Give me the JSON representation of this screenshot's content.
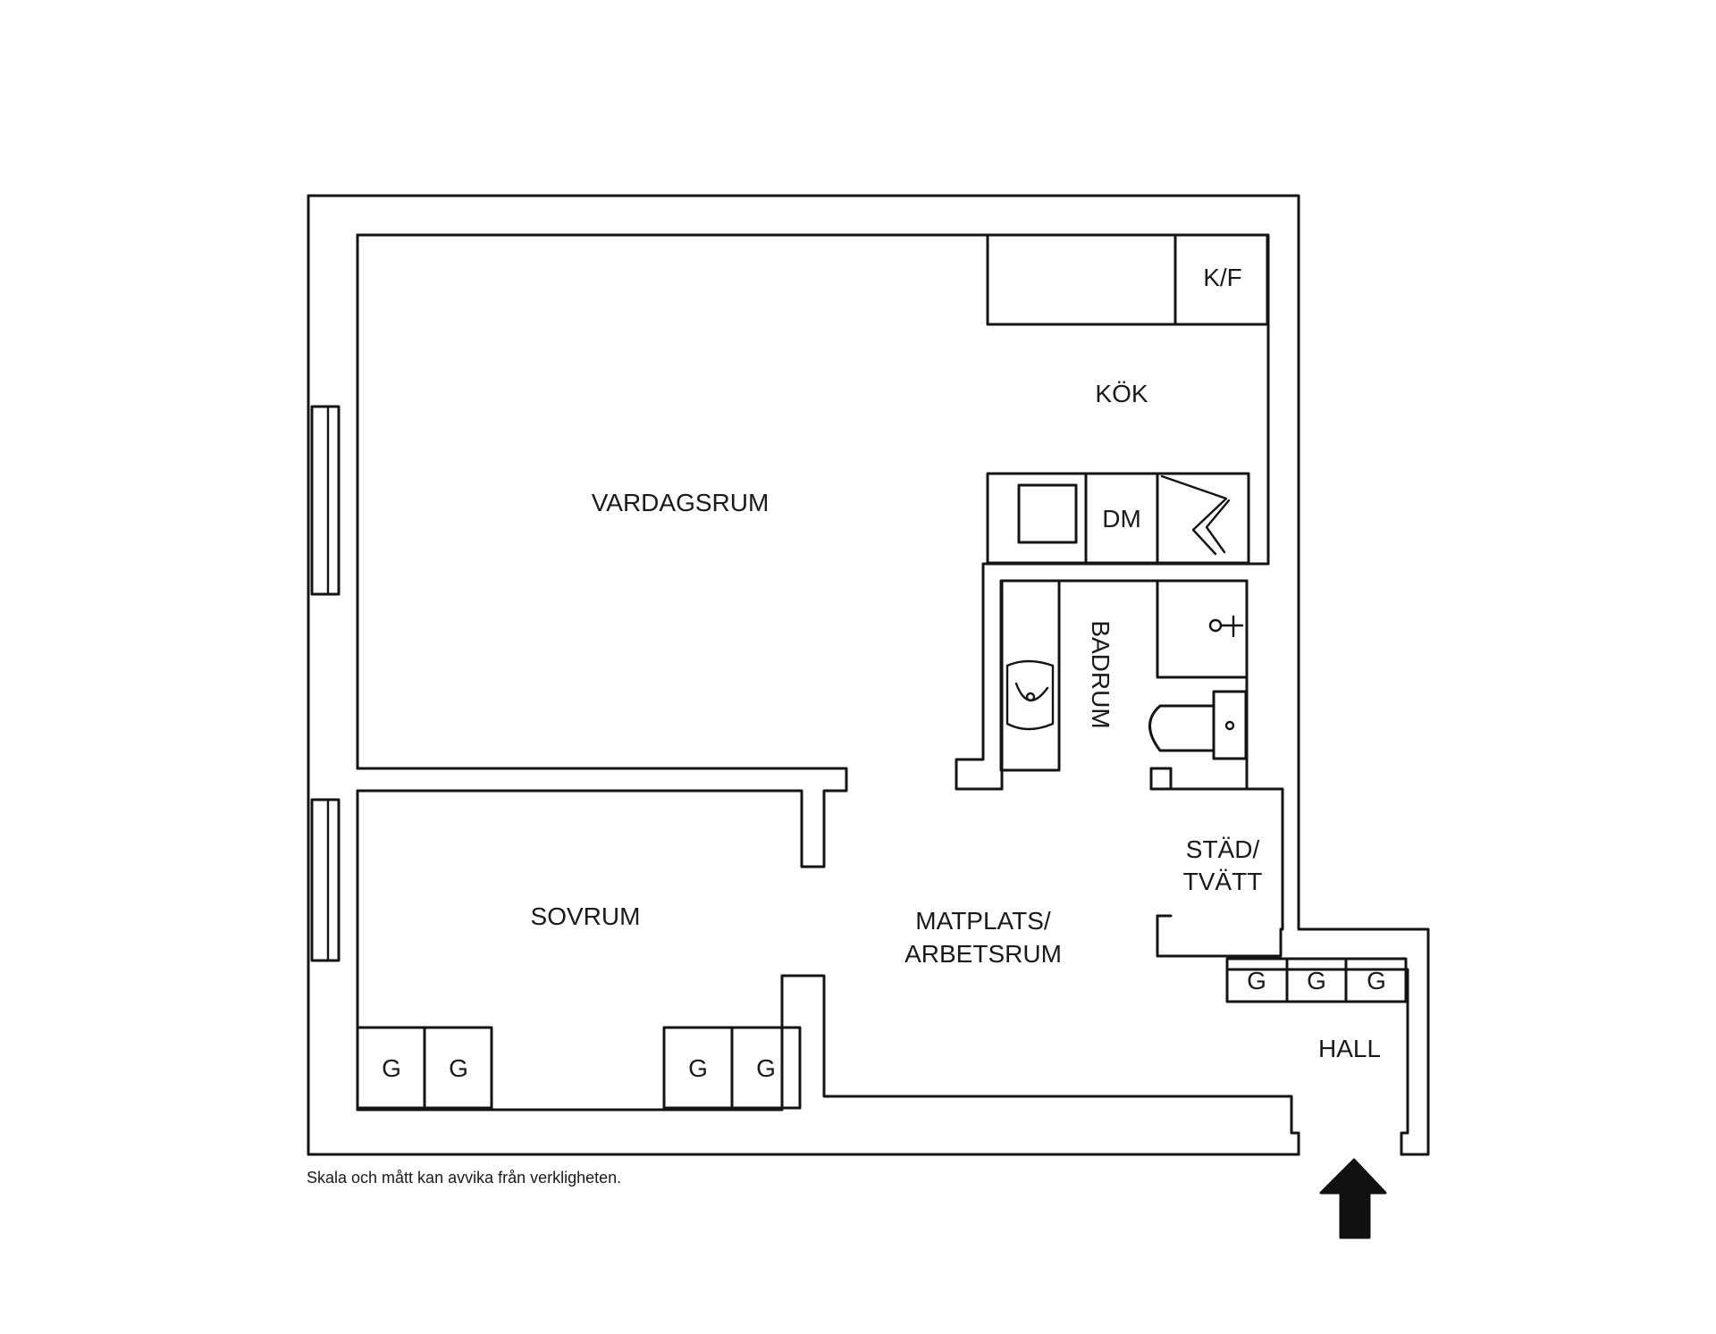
{
  "rooms": {
    "vardagsrum": "VARDAGSRUM",
    "kok": "KÖK",
    "kf": "K/F",
    "dm": "DM",
    "badrum": "BADRUM",
    "sovrum": "SOVRUM",
    "matplats_line1": "MATPLATS/",
    "matplats_line2": "ARBETSRUM",
    "stad_line1": "STÄD/",
    "stad_line2": "TVÄTT",
    "hall": "HALL",
    "garderob": "G"
  },
  "disclaimer": "Skala och mått kan avvika från verkligheten.",
  "icons": [
    "stove-icon",
    "dishwasher-icon",
    "fridge-freezer-icon",
    "washbasin-icon",
    "shower-icon",
    "toilet-icon",
    "entrance-arrow-icon",
    "window-icon"
  ]
}
